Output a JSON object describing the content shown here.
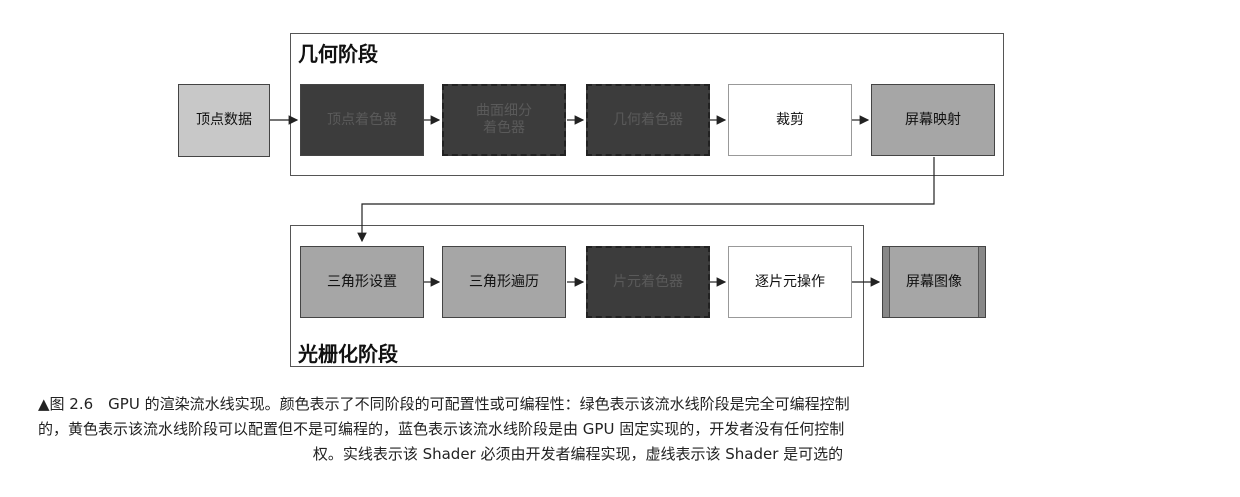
{
  "stages": {
    "geometry": {
      "title": "几何阶段"
    },
    "raster": {
      "title": "光栅化阶段"
    }
  },
  "nodes": {
    "vertex_data": "顶点数据",
    "vertex_shader": "顶点着色器",
    "tess_shader": "曲面细分\n着色器",
    "geometry_shader": "几何着色器",
    "clipping": "裁剪",
    "screen_mapping": "屏幕映射",
    "triangle_setup": "三角形设置",
    "triangle_traversal": "三角形遍历",
    "fragment_shader": "片元着色器",
    "per_fragment_ops": "逐片元操作",
    "screen_image": "屏幕图像"
  },
  "caption": {
    "line1": "▲图 2.6　GPU 的渲染流水线实现。颜色表示了不同阶段的可配置性或可编程性：绿色表示该流水线阶段是完全可编程控制",
    "line2": "的，黄色表示该流水线阶段可以配置但不是可编程的，蓝色表示该流水线阶段是由 GPU 固定实现的，开发者没有任何控制",
    "line3": "权。实线表示该 Shader 必须由开发者编程实现，虚线表示该 Shader 是可选的"
  }
}
